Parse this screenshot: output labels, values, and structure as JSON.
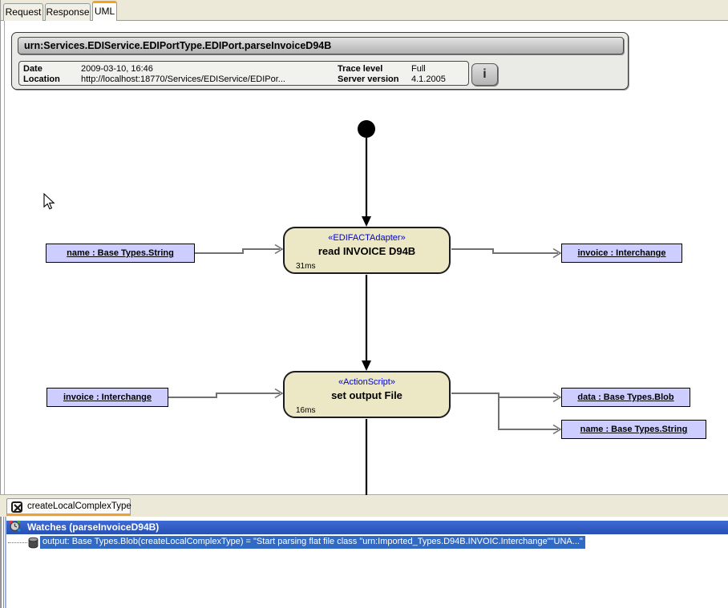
{
  "tabs": {
    "items": [
      {
        "label": "Request",
        "active": false
      },
      {
        "label": "Response",
        "active": false
      },
      {
        "label": "UML",
        "active": true
      }
    ]
  },
  "header": {
    "title": "urn:Services.EDIService.EDIPortType.EDIPort.parseInvoiceD94B",
    "info": {
      "date_label": "Date",
      "date_value": "2009-03-10, 16:46",
      "location_label": "Location",
      "location_value": "http://localhost:18770/Services/EDIService/EDIPor...",
      "trace_level_label": "Trace level",
      "trace_level_value": "Full",
      "server_version_label": "Server version",
      "server_version_value": "4.1.2005",
      "info_button_label": "i"
    }
  },
  "diagram": {
    "nodes": [
      {
        "stereotype": "«EDIFACTAdapter»",
        "name": "read INVOICE D94B",
        "duration": "31ms"
      },
      {
        "stereotype": "«ActionScript»",
        "name": "set output File",
        "duration": "16ms"
      }
    ],
    "params": {
      "node1_in": "name : Base Types.String",
      "node1_out": "invoice : Interchange",
      "node2_in": "invoice : Interchange",
      "node2_out_data": "data : Base Types.Blob",
      "node2_out_name": "name : Base Types.String"
    }
  },
  "bottom_tab": {
    "label": "createLocalComplexType"
  },
  "watches": {
    "title": "Watches (parseInvoiceD94B)",
    "entry": "output: Base Types.Blob(createLocalComplexType) = \"Start parsing flat file class \"urn:Imported_Types.D94B.INVOIC.Interchange\"\"UNA...\""
  },
  "colors": {
    "active_tab_accent": "#f6a120",
    "node_fill": "#ece8c6",
    "param_fill": "#cdcdff",
    "stereotype_text": "#0000cc",
    "connector": "#707070",
    "selection": "#316ac5",
    "watches_header": "#2f5cc4",
    "chrome": "#ece9d8"
  }
}
